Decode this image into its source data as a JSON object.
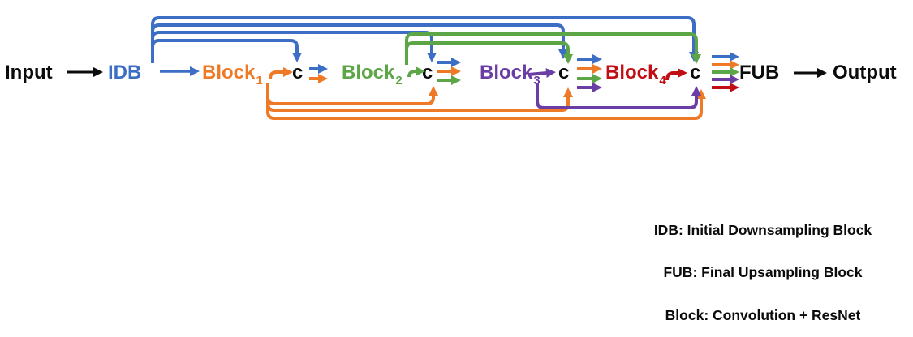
{
  "colors": {
    "blue": "#3C6EC5",
    "orange": "#EE7A28",
    "green": "#5CA647",
    "purple": "#6B3EA5",
    "red": "#C00E14"
  },
  "nodes": {
    "input": "Input",
    "idb": "IDB",
    "blocks": [
      {
        "label": "Block",
        "sub": "1"
      },
      {
        "label": "Block",
        "sub": "2"
      },
      {
        "label": "Block",
        "sub": "3"
      },
      {
        "label": "Block",
        "sub": "4"
      }
    ],
    "concat": [
      "c",
      "c",
      "c",
      "c"
    ],
    "fub": "FUB",
    "output": "Output"
  },
  "legend": {
    "lines": [
      "IDB: Initial Downsampling Block",
      "FUB: Final Upsampling Block",
      "Block: Convolution + ResNet"
    ]
  }
}
